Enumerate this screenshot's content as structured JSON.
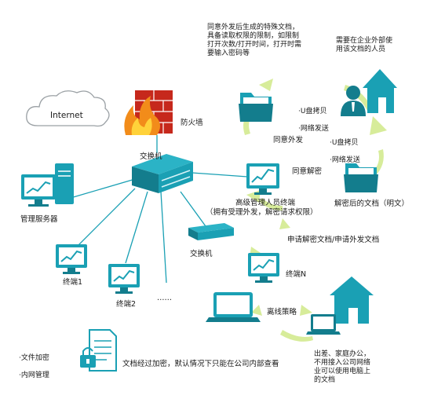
{
  "colors": {
    "teal": "#1aa0b4",
    "teal_dark": "#137d8d",
    "green_arrow": "#d7ec9a",
    "firewall_red": "#c6281c"
  },
  "labels": {
    "internet": "Internet",
    "firewall": "防火墙",
    "switch_main": "交换机",
    "switch_small": "交换机",
    "mgmt_server": "管理服务器",
    "terminal1": "终端1",
    "terminal2": "终端2",
    "ellipsis": "……",
    "terminalN": "终端N",
    "senior_terminal_line1": "高级管理人员终端",
    "senior_terminal_line2": "（拥有受理外发，解密请求权限）",
    "approve_send": "同意外发",
    "approve_decrypt": "同意解密",
    "decrypted_doc": "解密后的文档（明文）",
    "request": "申请解密文档/申请外发文档",
    "offline_policy": "离线策略",
    "encrypted_doc_note": "文档经过加密，默认情况下只能在公司内部查看",
    "special_doc_note": "同意外发后生成的特殊文档，\n具备读取权限的限制，如限制\n打开次数/打开时间，打开时需\n要输入密码等",
    "external_user": "需要在企业外部使\n用该文档的人员",
    "offline_user": "出差、家庭办公，\n不用接入公司网络\n业可以使用电脑上\n的文档"
  },
  "bullets_outgoing_1": [
    "U盘拷贝",
    "网络发送"
  ],
  "bullets_outgoing_2": [
    "U盘拷贝",
    "网络发送"
  ],
  "bullets_features": [
    "文件加密",
    "内网管理"
  ]
}
